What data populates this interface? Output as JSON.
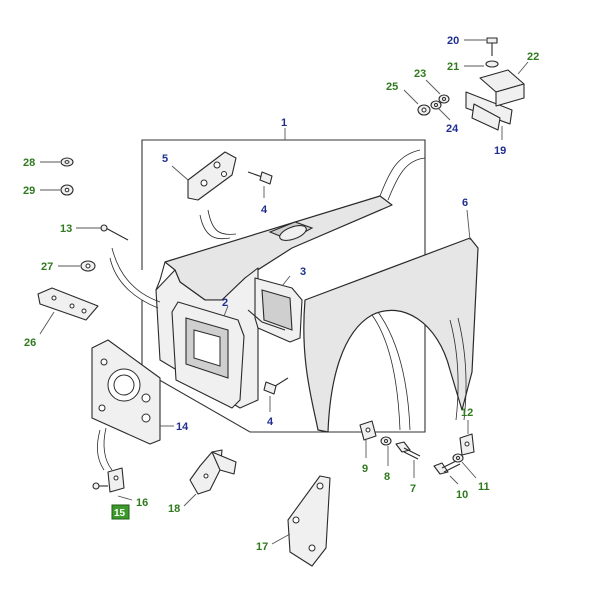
{
  "callouts": {
    "c1": "1",
    "c2": "2",
    "c3": "3",
    "c4a": "4",
    "c4b": "4",
    "c5": "5",
    "c6": "6",
    "c7": "7",
    "c8": "8",
    "c9": "9",
    "c10": "10",
    "c11": "11",
    "c12": "12",
    "c13": "13",
    "c14": "14",
    "c15": "15",
    "c16": "16",
    "c17": "17",
    "c18": "18",
    "c19": "19",
    "c20": "20",
    "c21": "21",
    "c22": "22",
    "c23": "23",
    "c24": "24",
    "c25": "25",
    "c26": "26",
    "c27": "27",
    "c28": "28",
    "c29": "29"
  },
  "colors": {
    "blue_callout": "#1f2f8f",
    "green_callout": "#2f7a1f",
    "highlight_badge": "#3c9a2a"
  }
}
